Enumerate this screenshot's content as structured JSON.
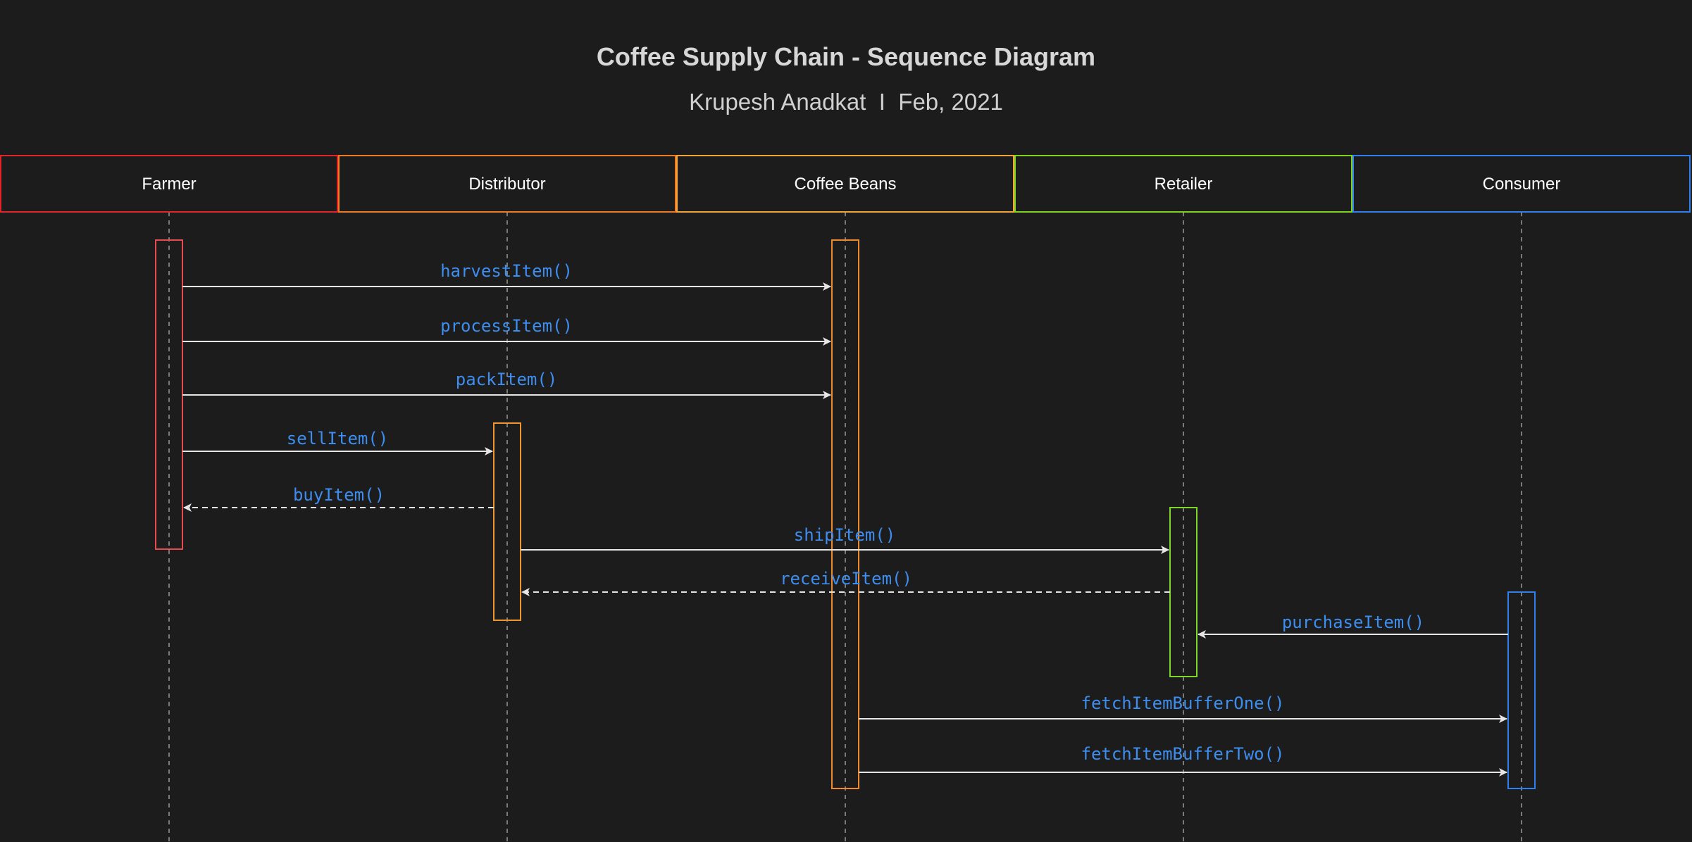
{
  "header": {
    "title": "Coffee Supply Chain - Sequence Diagram",
    "subtitle": "Krupesh Anadkat  I  Feb, 2021"
  },
  "actors": [
    {
      "id": "farmer",
      "label": "Farmer",
      "color": "#e0262b"
    },
    {
      "id": "distributor",
      "label": "Distributor",
      "color": "#ef7a24"
    },
    {
      "id": "coffee-beans",
      "label": "Coffee Beans",
      "color": "#f2a33a"
    },
    {
      "id": "retailer",
      "label": "Retailer",
      "color": "#7ed321"
    },
    {
      "id": "consumer",
      "label": "Consumer",
      "color": "#2f80ed"
    }
  ],
  "activation_colors": {
    "farmer": "#e84a4f",
    "distributor": "#f0962e",
    "coffee-beans": "#ef8a2c",
    "retailer": "#80d62a",
    "consumer": "#2f80ed"
  },
  "messages": [
    {
      "label": "harvestItem()",
      "from": "farmer",
      "to": "coffee-beans",
      "style": "solid"
    },
    {
      "label": "processItem()",
      "from": "farmer",
      "to": "coffee-beans",
      "style": "solid"
    },
    {
      "label": "packItem()",
      "from": "farmer",
      "to": "coffee-beans",
      "style": "solid"
    },
    {
      "label": "sellItem()",
      "from": "farmer",
      "to": "distributor",
      "style": "solid"
    },
    {
      "label": "buyItem()",
      "from": "distributor",
      "to": "farmer",
      "style": "dashed"
    },
    {
      "label": "shipItem()",
      "from": "distributor",
      "to": "retailer",
      "style": "solid"
    },
    {
      "label": "receiveItem()",
      "from": "retailer",
      "to": "distributor",
      "style": "dashed"
    },
    {
      "label": "purchaseItem()",
      "from": "consumer",
      "to": "retailer",
      "style": "solid"
    },
    {
      "label": "fetchItemBufferOne()",
      "from": "coffee-beans",
      "to": "consumer",
      "style": "solid"
    },
    {
      "label": "fetchItemBufferTwo()",
      "from": "coffee-beans",
      "to": "consumer",
      "style": "solid"
    }
  ],
  "colors": {
    "background": "#1c1c1c",
    "message_text": "#3e8ef0",
    "arrow": "#e6e6e6"
  }
}
